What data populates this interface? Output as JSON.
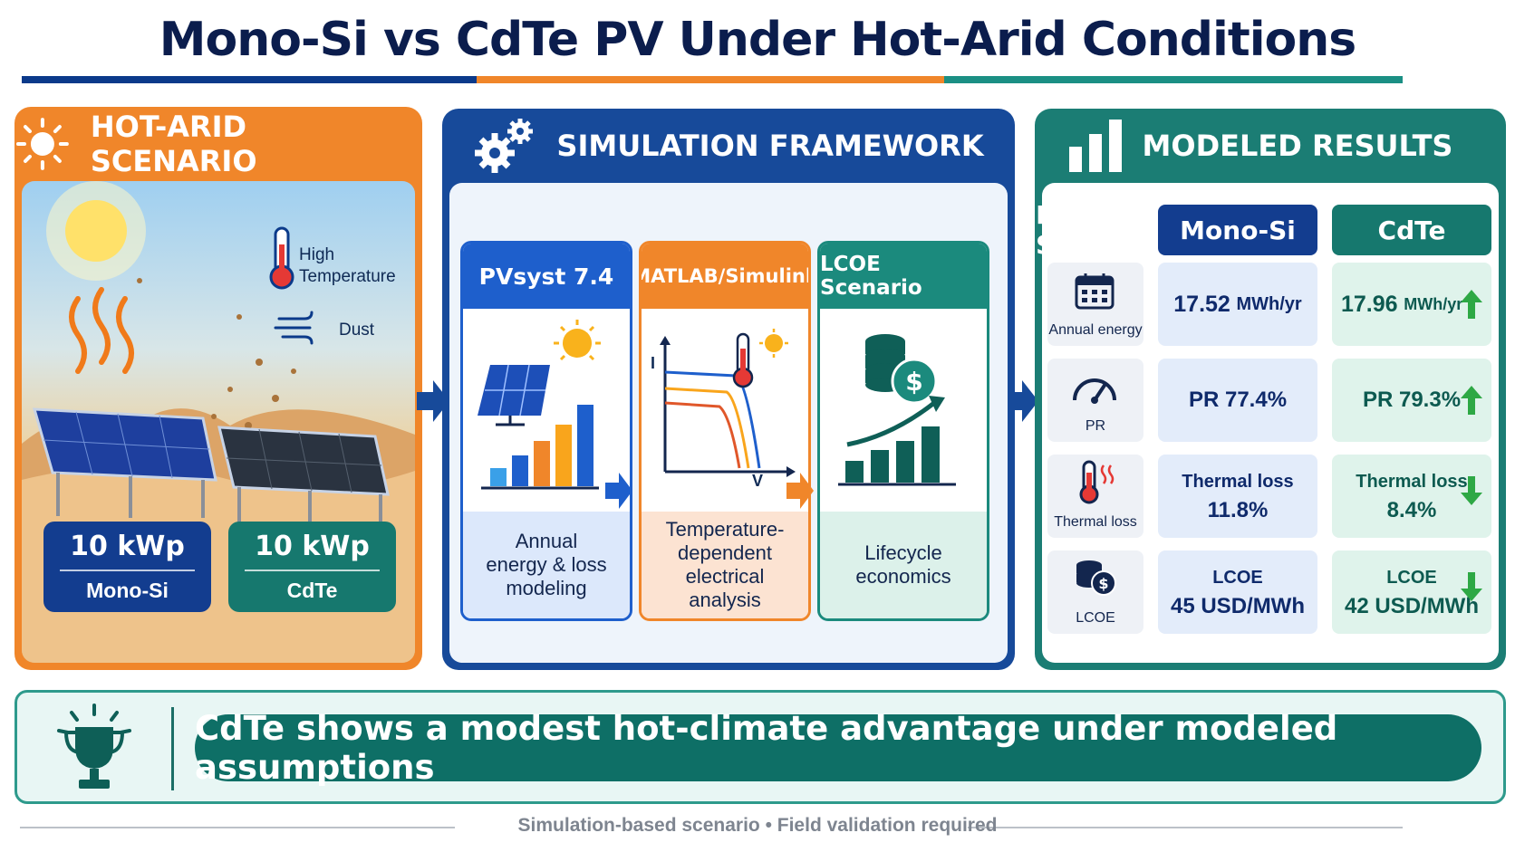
{
  "title": "Mono-Si vs CdTe PV Under Hot-Arid Conditions",
  "colors": {
    "orange": "#f0862a",
    "navy": "#174a9a",
    "teal": "#1b7d74",
    "dark_navy": "#0b1d4d"
  },
  "scenario": {
    "heading": "HOT-ARID SCENARIO",
    "high_temp_line1": "High",
    "high_temp_line2": "Temperature",
    "dust": "Dust",
    "mono": {
      "capacity": "10 kWp",
      "label": "Mono-Si"
    },
    "cdte": {
      "capacity": "10 kWp",
      "label": "CdTe"
    }
  },
  "framework": {
    "heading": "SIMULATION FRAMEWORK",
    "cards": [
      {
        "title": "PVsyst 7.4",
        "desc_line1": "Annual",
        "desc_line2": "energy & loss",
        "desc_line3": "modeling"
      },
      {
        "title": "MATLAB/Simulink",
        "desc_line1": "Temperature-",
        "desc_line2": "dependent",
        "desc_line3": "electrical analysis",
        "axis_i": "I",
        "axis_v": "V"
      },
      {
        "title": "LCOE Scenario",
        "desc_line1": "Lifecycle",
        "desc_line2": "economics"
      }
    ]
  },
  "results": {
    "heading": "MODELED RESULTS",
    "col_mono": "Mono-Si",
    "col_cdte": "CdTe",
    "rows": [
      {
        "label": "Annual energy",
        "mono_value": "17.52",
        "mono_unit": "MWh/yr",
        "cdte_value": "17.96",
        "cdte_unit": "MWh/yr",
        "trend": "up"
      },
      {
        "label": "PR",
        "mono_value": "PR 77.4%",
        "cdte_value": "PR 79.3%",
        "trend": "up"
      },
      {
        "label": "Thermal loss",
        "mono_line1": "Thermal loss",
        "mono_line2": "11.8%",
        "cdte_line1": "Thermal loss",
        "cdte_line2": "8.4%",
        "trend": "down"
      },
      {
        "label": "LCOE",
        "mono_line1": "LCOE",
        "mono_line2": "45 USD/MWh",
        "cdte_line1": "LCOE",
        "cdte_line2": "42 USD/MWh",
        "trend": "down"
      }
    ]
  },
  "conclusion": "CdTe shows a modest hot-climate advantage under modeled assumptions",
  "footer": "Simulation-based scenario • Field validation required"
}
